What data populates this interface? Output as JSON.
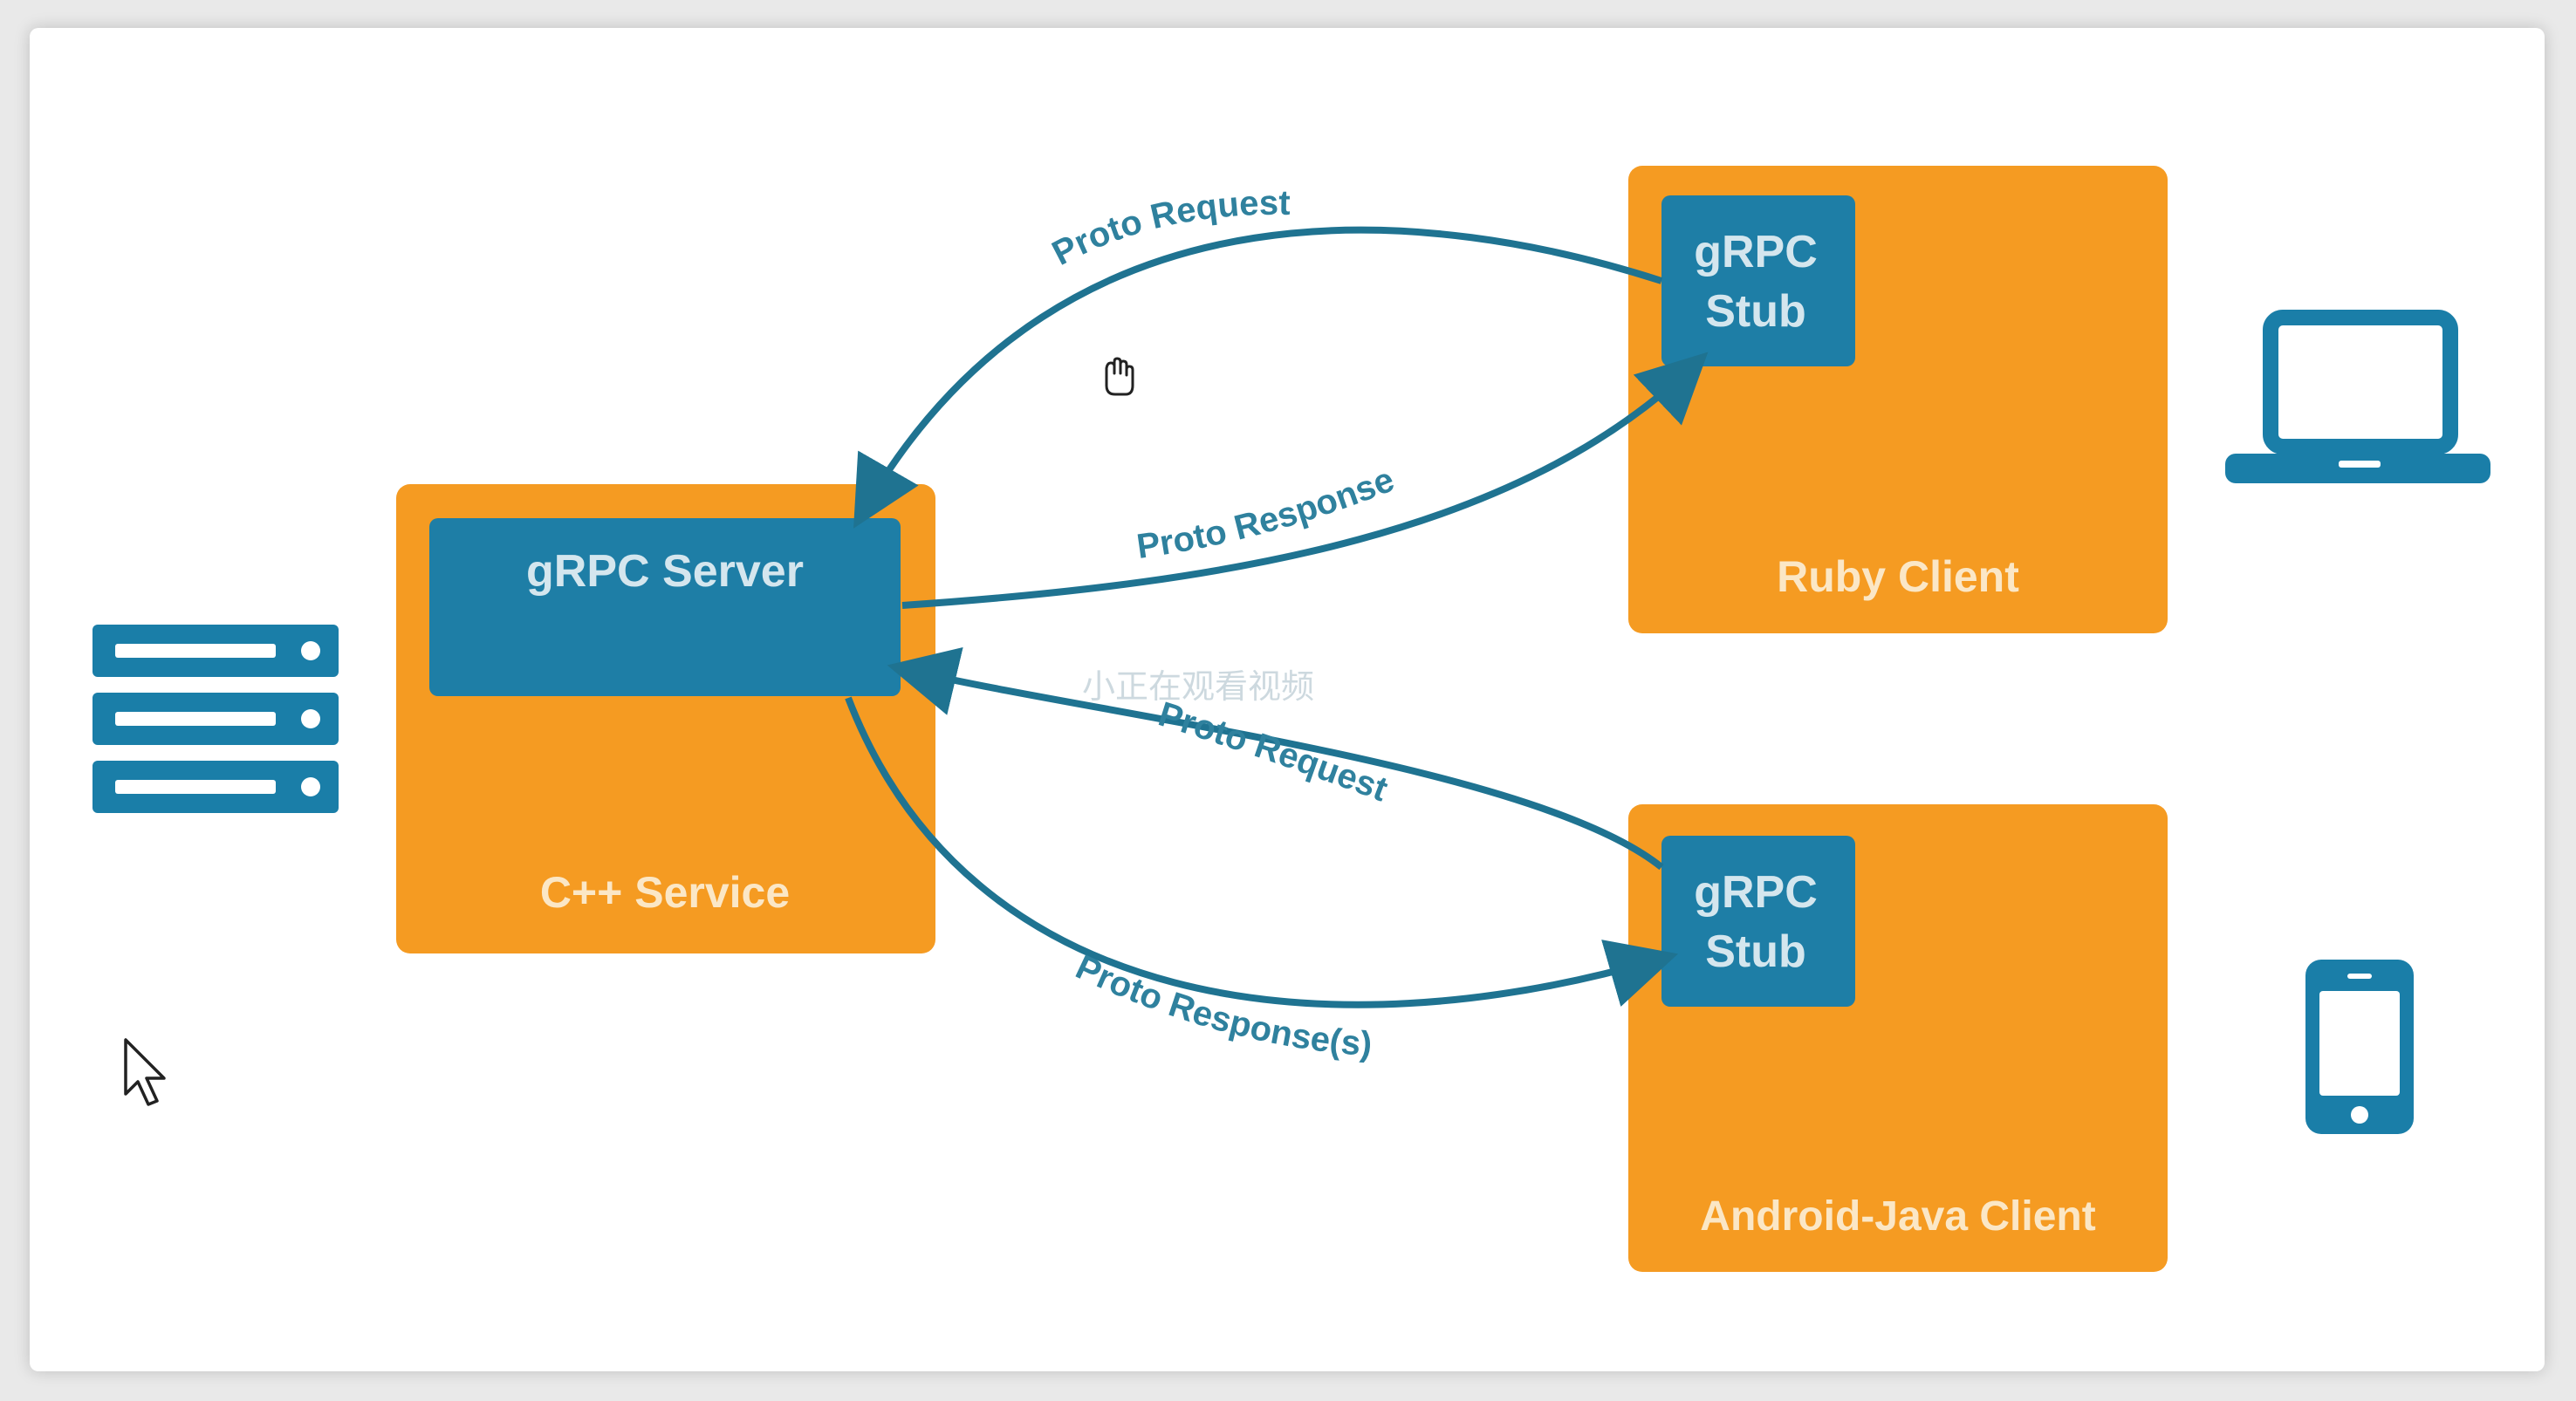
{
  "colors": {
    "orange": "#f59b22",
    "blue": "#1e7ea6",
    "arrow": "#1f7391",
    "icon": "#1a7ea8",
    "background": "#ffffff"
  },
  "server": {
    "inner_label": "gRPC Server",
    "outer_label": "C++ Service",
    "icon": "server-rack-icon"
  },
  "clients": [
    {
      "stub_line1": "gRPC",
      "stub_line2": "Stub",
      "label": "Ruby Client",
      "icon": "laptop-icon"
    },
    {
      "stub_line1": "gRPC",
      "stub_line2": "Stub",
      "label": "Android-Java Client",
      "icon": "smartphone-icon"
    }
  ],
  "arrows": {
    "top_request": "Proto Request",
    "top_response": "Proto Response",
    "bottom_request": "Proto Request",
    "bottom_response": "Proto Response(s)"
  },
  "watermark": "小正在观看视频",
  "cursors": [
    "hand-cursor-icon",
    "arrow-cursor-icon"
  ]
}
